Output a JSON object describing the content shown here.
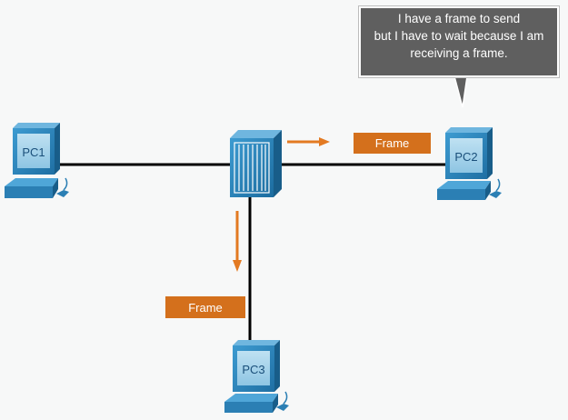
{
  "colors": {
    "background": "#f7f8f8",
    "link": "#000000",
    "accent_orange": "#d4701c",
    "device_blue": "#2e86c1",
    "bubble_bg": "#5f5f5f"
  },
  "devices": {
    "pc1": "PC1",
    "pc2": "PC2",
    "pc3": "PC3"
  },
  "frames": {
    "to_pc2": "Frame",
    "to_pc3": "Frame"
  },
  "bubble": {
    "line1": "I have a frame to send",
    "line2": "but I have to wait because I am",
    "line3": "receiving a frame."
  },
  "icons": {
    "switch": "switch-icon",
    "pc": "pc-icon",
    "arrow": "arrow-icon"
  }
}
